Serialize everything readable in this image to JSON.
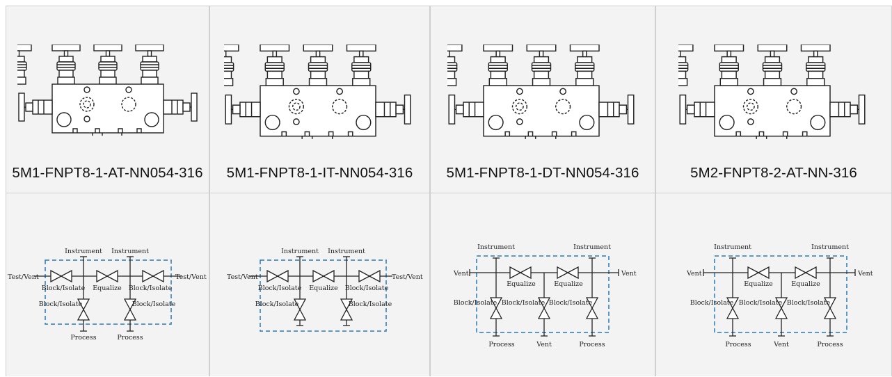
{
  "products": [
    {
      "model": "5M1-FNPT8-1-AT-NN054-316",
      "image_icon": "five-valve-manifold-drawing",
      "diagram": {
        "icon": "five-valve-manifold-schematic",
        "labels": {
          "instrument_left": "Instrument",
          "instrument_right": "Instrument",
          "side_left": "Test/Vent",
          "side_right": "Test/Vent",
          "top_left_valve": "Block/Isolate",
          "top_center_valve": "Equalize",
          "top_right_valve": "Block/Isolate",
          "lower_left_valve": "Block/Isolate",
          "lower_right_valve": "Block/Isolate",
          "process_left": "Process",
          "process_right": "Process"
        }
      }
    },
    {
      "model": "5M1-FNPT8-1-IT-NN054-316",
      "image_icon": "five-valve-manifold-drawing",
      "diagram": {
        "icon": "five-valve-manifold-schematic",
        "labels": {
          "instrument_left": "Instrument",
          "instrument_right": "Instrument",
          "side_left": "Test/Vent",
          "side_right": "Test/Vent",
          "top_left_valve": "Block/Isolate",
          "top_center_valve": "Equalize",
          "top_right_valve": "Block/Isolate",
          "lower_left_valve": "Block/Isolate",
          "lower_right_valve": "Block/Isolate"
        }
      }
    },
    {
      "model": "5M1-FNPT8-1-DT-NN054-316",
      "image_icon": "five-valve-manifold-drawing",
      "diagram": {
        "icon": "vent-manifold-schematic",
        "labels": {
          "instrument_left": "Instrument",
          "instrument_right": "Instrument",
          "side_left": "Vent",
          "side_right": "Vent",
          "equalize_left": "Equalize",
          "equalize_right": "Equalize",
          "lower_left": "Block/Isolate",
          "lower_center": "Block/Isolate",
          "lower_right": "Block/Isolate",
          "process_left": "Process",
          "vent_bottom": "Vent",
          "process_right": "Process"
        }
      }
    },
    {
      "model": "5M2-FNPT8-2-AT-NN-316",
      "image_icon": "five-valve-manifold-drawing",
      "diagram": {
        "icon": "vent-manifold-schematic",
        "labels": {
          "instrument_left": "Instrument",
          "instrument_right": "Instrument",
          "side_left": "Vent",
          "side_right": "Vent",
          "equalize_left": "Equalize",
          "equalize_right": "Equalize",
          "lower_left": "Block/Isolate",
          "lower_center": "Block/Isolate",
          "lower_right": "Block/Isolate",
          "process_left": "Process",
          "vent_bottom": "Vent",
          "process_right": "Process"
        }
      }
    }
  ],
  "colors": {
    "cell_background": "#f3f3f3",
    "grid_line": "#cfcfcf",
    "dashed_box": "#2a7ab8",
    "drawing_line": "#222222"
  }
}
